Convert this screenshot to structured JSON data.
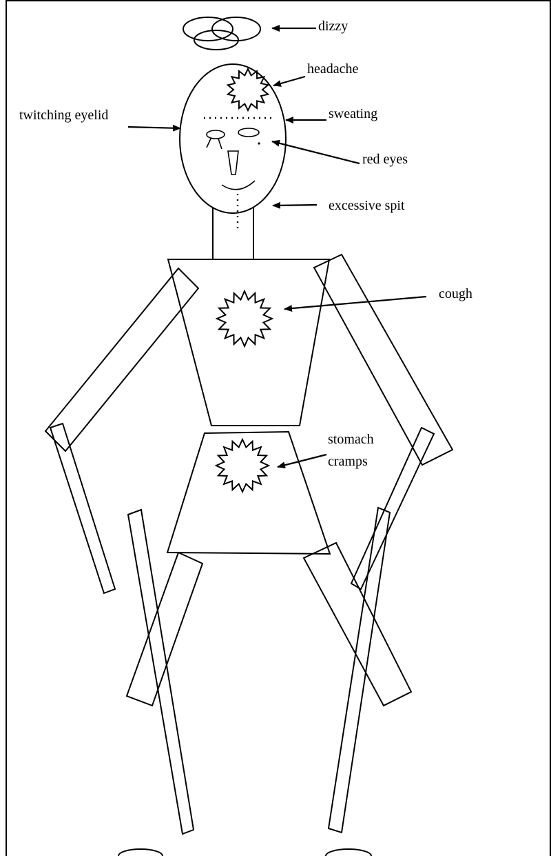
{
  "labels": {
    "dizzy": "dizzy",
    "headache": "headache",
    "twitching_eyelid": "twitching eyelid",
    "sweating": "sweating",
    "red_eyes": "red eyes",
    "excessive_spit": "excessive spit",
    "cough": "cough",
    "stomach_line1": "stomach",
    "stomach_line2": "cramps"
  },
  "colors": {
    "stroke": "#000000",
    "background": "#ffffff"
  }
}
